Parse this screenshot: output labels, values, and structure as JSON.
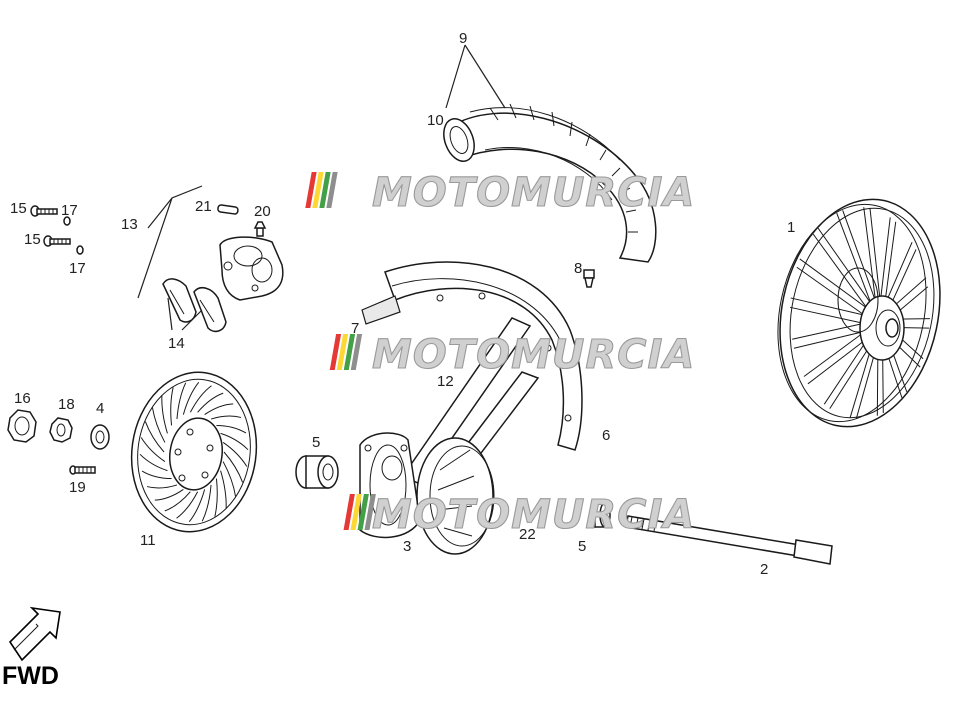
{
  "labels": {
    "l1": "1",
    "l2": "2",
    "l3": "3",
    "l4": "4",
    "l5a": "5",
    "l5b": "5",
    "l6": "6",
    "l7": "7",
    "l8": "8",
    "l9": "9",
    "l10": "10",
    "l11": "11",
    "l12": "12",
    "l13": "13",
    "l14": "14",
    "l15a": "15",
    "l15b": "15",
    "l16": "16",
    "l17a": "17",
    "l17b": "17",
    "l18": "18",
    "l19": "19",
    "l20": "20",
    "l21": "21",
    "l22": "22"
  },
  "watermark": "MOTOMURCIA",
  "watermark_colors": [
    "#e53935",
    "#fdd835",
    "#43a047",
    "#8e8e8e"
  ],
  "fwd_label": "FWD"
}
